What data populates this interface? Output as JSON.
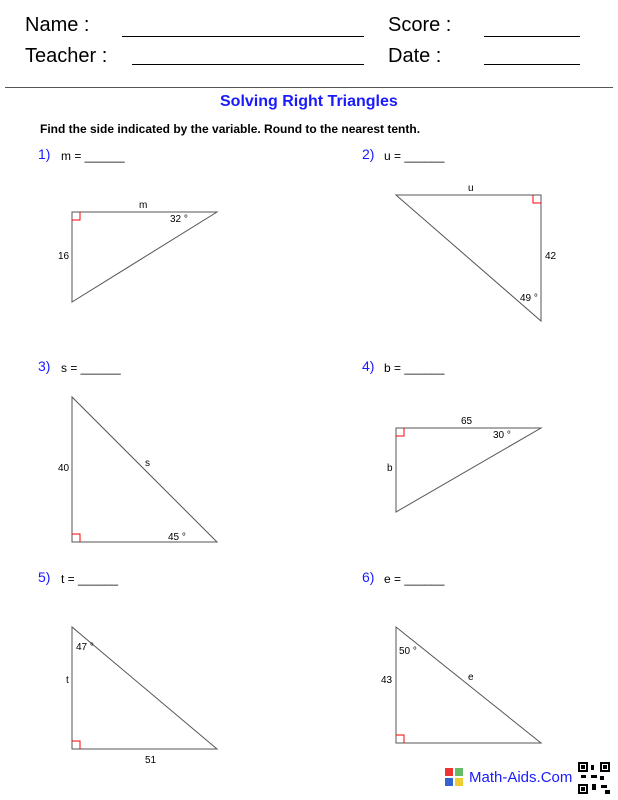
{
  "header": {
    "name_label": "Name :",
    "teacher_label": "Teacher :",
    "score_label": "Score :",
    "date_label": "Date :"
  },
  "title": "Solving Right Triangles",
  "instructions": "Find the side indicated by the variable. Round to the nearest tenth.",
  "problems": [
    {
      "num": "1)",
      "prompt": "m = ______",
      "labels": {
        "var": "m",
        "angle": "32 °",
        "side": "16"
      }
    },
    {
      "num": "2)",
      "prompt": "u = ______",
      "labels": {
        "var": "u",
        "angle": "49 °",
        "side": "42"
      }
    },
    {
      "num": "3)",
      "prompt": "s = ______",
      "labels": {
        "var": "s",
        "angle": "45 °",
        "side": "40"
      }
    },
    {
      "num": "4)",
      "prompt": "b = ______",
      "labels": {
        "var": "b",
        "angle": "30 °",
        "side": "65"
      }
    },
    {
      "num": "5)",
      "prompt": "t = ______",
      "labels": {
        "var": "t",
        "angle": "47 °",
        "side": "51"
      }
    },
    {
      "num": "6)",
      "prompt": "e = ______",
      "labels": {
        "var": "e",
        "angle": "50 °",
        "side": "43"
      }
    }
  ],
  "footer": {
    "brand": "Math-Aids.Com"
  },
  "colors": {
    "accent": "#1a1aff",
    "right_angle": "#ff0000"
  }
}
